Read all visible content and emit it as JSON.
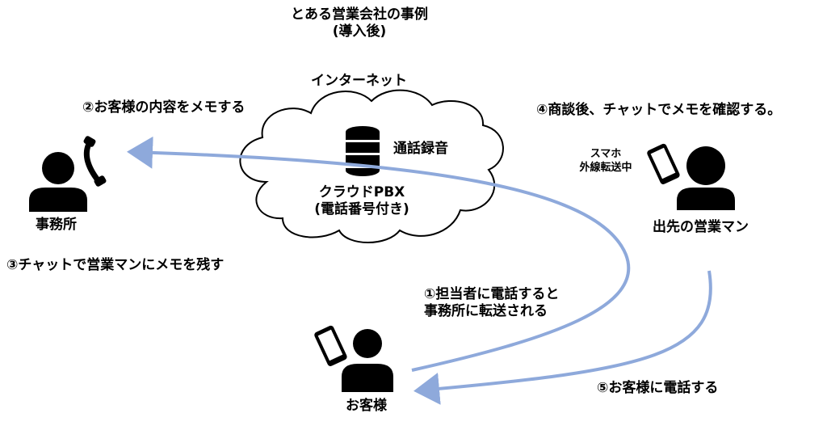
{
  "title": {
    "line1": "とある営業会社の事例",
    "line2": "(導入後)"
  },
  "cloud": {
    "internet_label": "インターネット",
    "recording_label": "通話録音",
    "pbx_line1": "クラウドPBX",
    "pbx_line2": "(電話番号付き)"
  },
  "office": {
    "label": "事務所"
  },
  "field_sales": {
    "label": "出先の営業マン",
    "phone_note_line1": "スマホ",
    "phone_note_line2": "外線転送中"
  },
  "customer": {
    "label": "お客様"
  },
  "steps": {
    "step1_line1": "①担当者に電話すると",
    "step1_line2": "事務所に転送される",
    "step2": "②お客様の内容をメモする",
    "step3": "③チャットで営業マンにメモを残す",
    "step4": "④商談後、チャットでメモを確認する。",
    "step5": "⑤お客様に電話する"
  },
  "colors": {
    "arrow": "#8EA9DB",
    "figure": "#000000"
  }
}
